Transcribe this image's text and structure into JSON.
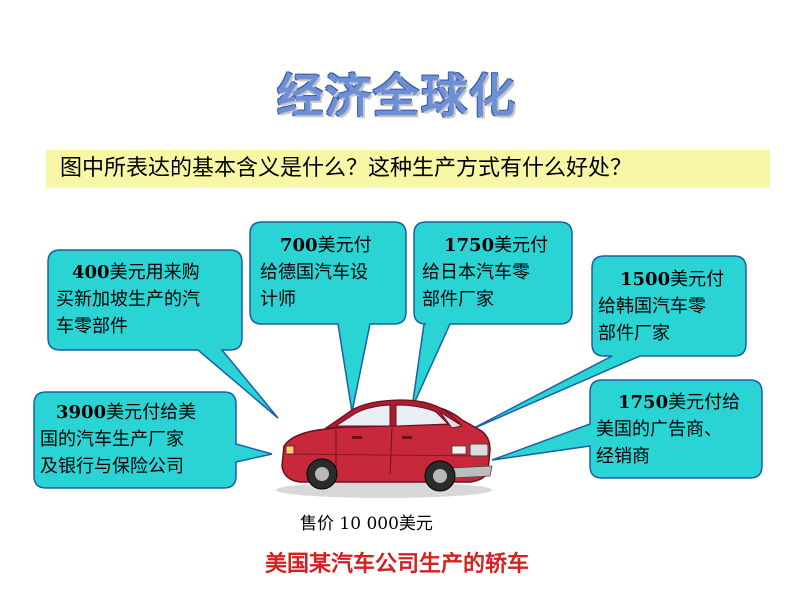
{
  "title": "经济全球化",
  "question": "图中所表达的基本含义是什么？这种生产方式有什么好处？",
  "callouts": [
    {
      "amount": "400",
      "lines": [
        "美元用来购",
        "买新加坡生产的汽",
        "车零部件"
      ]
    },
    {
      "amount": "700",
      "lines": [
        "美元付",
        "给德国汽车设",
        "计师"
      ]
    },
    {
      "amount": "1750",
      "lines": [
        "美元付",
        "给日本汽车零",
        "部件厂家"
      ]
    },
    {
      "amount": "1500",
      "lines": [
        "美元付",
        "给韩国汽车零",
        "部件厂家"
      ]
    },
    {
      "amount": "3900",
      "lines": [
        "美元付给美",
        "国的汽车生产厂家",
        "及银行与保险公司"
      ]
    },
    {
      "amount": "1750",
      "lines": [
        "美元付给",
        "美国的广告商、",
        "经销商"
      ]
    }
  ],
  "price": "售价 10 000美元",
  "caption": "美国某汽车公司生产的轿车",
  "colors": {
    "bubble_fill": "#2ad4d4",
    "bubble_stroke": "#1a5fa8",
    "car_body": "#c8283c",
    "question_bg": "#f7f7a6",
    "caption": "#d42020"
  }
}
